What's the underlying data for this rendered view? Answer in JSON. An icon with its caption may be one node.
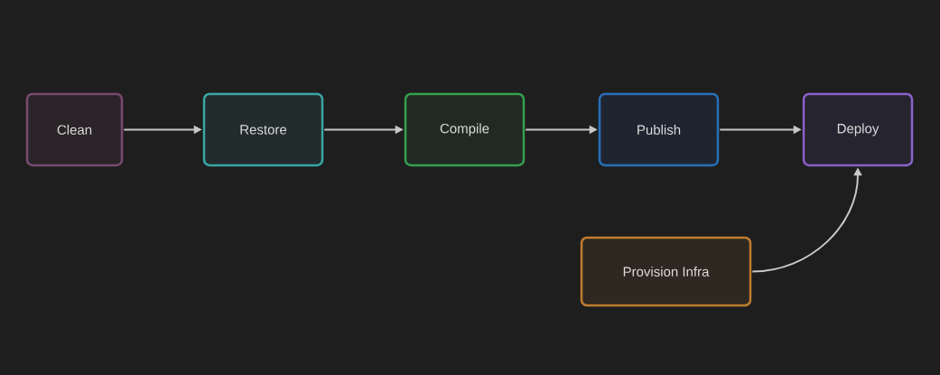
{
  "diagram": {
    "nodes": [
      {
        "text": [
          "Clean"
        ]
      },
      {
        "text": [
          "Restore"
        ]
      },
      {
        "text": [
          "Compile"
        ]
      },
      {
        "text": [
          "Publish"
        ]
      },
      {
        "text": [
          "Deploy"
        ]
      },
      {
        "text": [
          "Provision Infra"
        ]
      }
    ],
    "edges": [
      {
        "from": 0,
        "to": 1,
        "arrow": "to"
      },
      {
        "from": 1,
        "to": 2,
        "arrow": "to"
      },
      {
        "from": 2,
        "to": 3,
        "arrow": "to"
      },
      {
        "from": 3,
        "to": 4,
        "arrow": "to"
      },
      {
        "from": 5,
        "to": 4,
        "arrow": "to"
      }
    ]
  }
}
